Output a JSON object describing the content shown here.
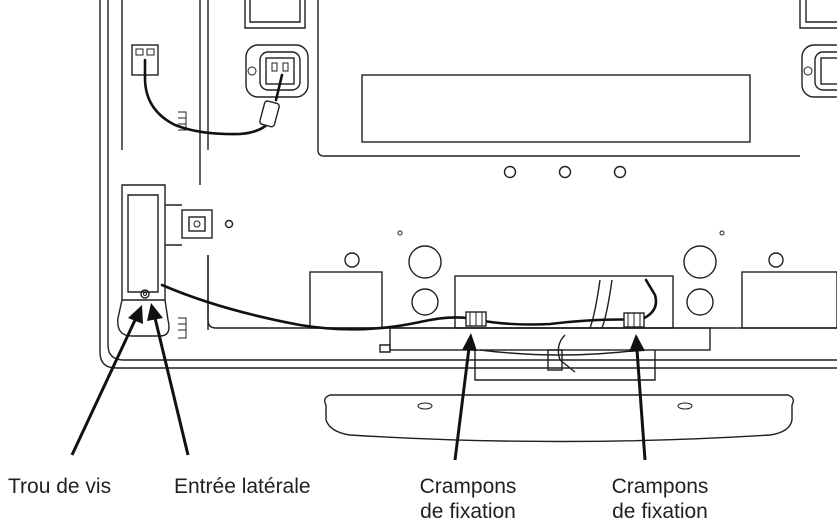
{
  "labels": {
    "screw_hole": "Trou de vis",
    "side_input": "Entrée latérale",
    "clamp_left_line1": "Crampons",
    "clamp_left_line2": "de fixation",
    "clamp_right_line1": "Crampons",
    "clamp_right_line2": "de fixation"
  },
  "colors": {
    "line": "#231f20",
    "background": "#ffffff"
  }
}
